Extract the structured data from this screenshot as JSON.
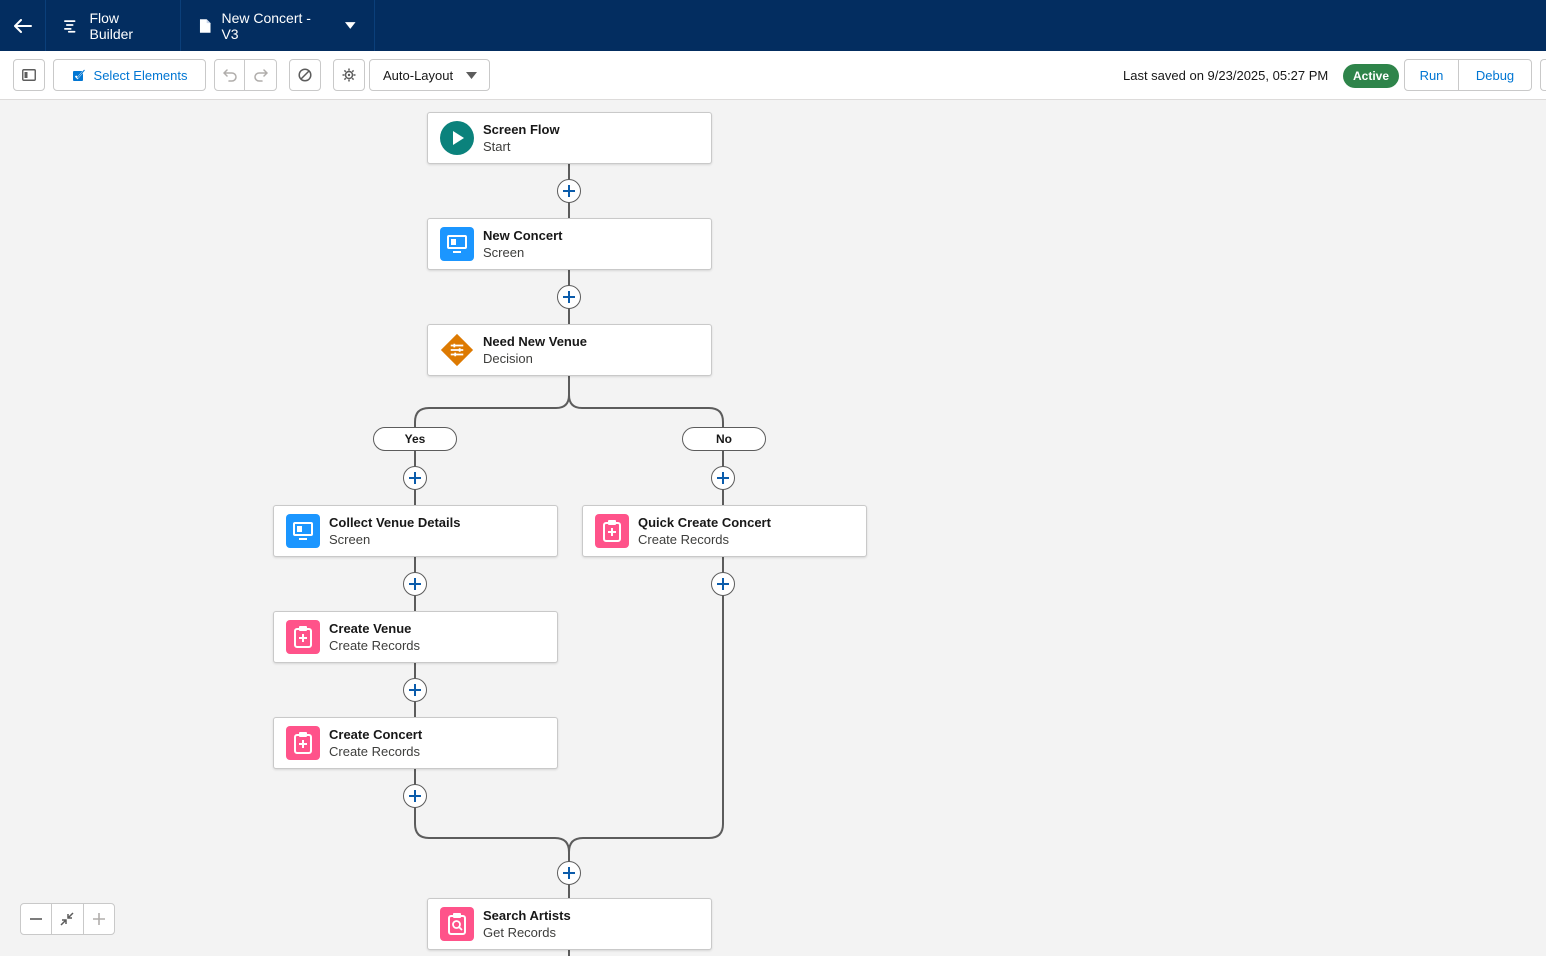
{
  "topbar": {
    "back_icon": "arrow-left-icon",
    "app_icon": "flow-icon",
    "app_name": "Flow Builder",
    "flow_icon": "file-icon",
    "flow_name": "New Concert - V3"
  },
  "toolbar": {
    "select_elements_label": "Select Elements",
    "layout_label": "Auto-Layout",
    "last_saved": "Last saved on 9/23/2025, 05:27 PM",
    "status_badge": "Active",
    "run_label": "Run",
    "debug_label": "Debug"
  },
  "colors": {
    "navy": "#032d60",
    "brand_blue": "#0176d3",
    "start_teal": "#0b827c",
    "screen_blue": "#1b96ff",
    "decision_orange": "#dd7a01",
    "records_pink": "#ff538a",
    "active_green": "#2e844a"
  },
  "flow": {
    "start": {
      "title": "Screen Flow",
      "type": "Start",
      "icon": "play-icon"
    },
    "new_concert": {
      "title": "New Concert",
      "type": "Screen",
      "icon": "screen-icon"
    },
    "decision": {
      "title": "Need New Venue",
      "type": "Decision",
      "icon": "decision-icon"
    },
    "yes_label": "Yes",
    "no_label": "No",
    "collect_venue": {
      "title": "Collect Venue Details",
      "type": "Screen",
      "icon": "screen-icon"
    },
    "create_venue": {
      "title": "Create Venue",
      "type": "Create Records",
      "icon": "create-records-icon"
    },
    "create_concert": {
      "title": "Create Concert",
      "type": "Create Records",
      "icon": "create-records-icon"
    },
    "quick_create": {
      "title": "Quick Create Concert",
      "type": "Create Records",
      "icon": "create-records-icon"
    },
    "search_artists": {
      "title": "Search Artists",
      "type": "Get Records",
      "icon": "get-records-icon"
    }
  }
}
